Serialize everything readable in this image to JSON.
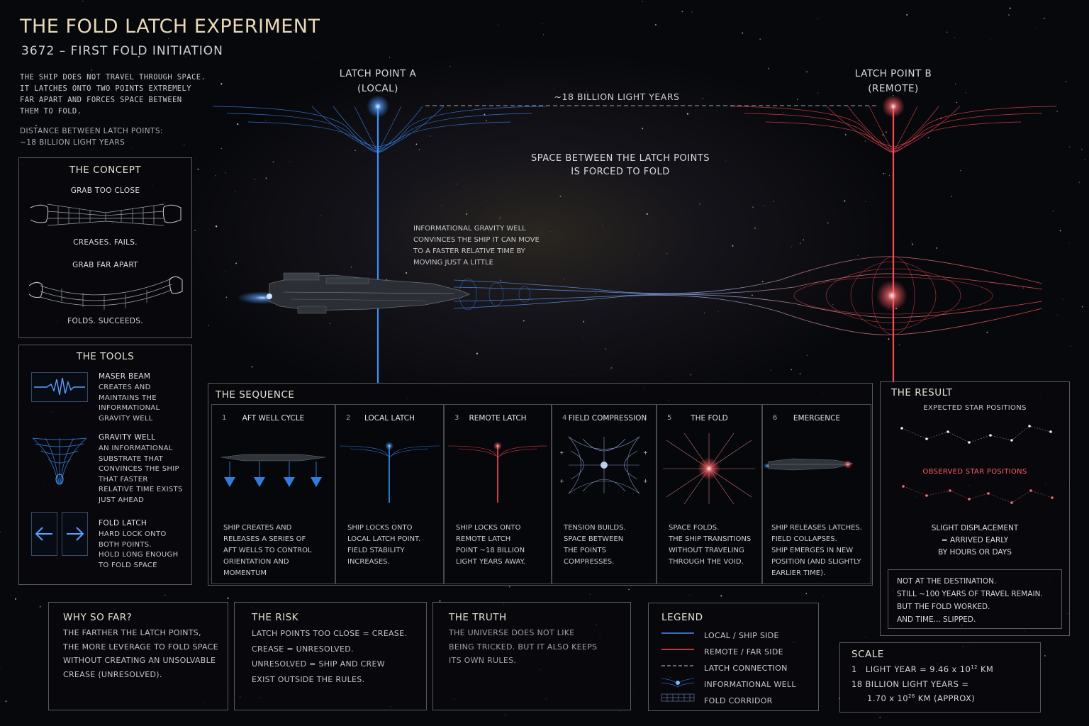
{
  "header": {
    "title": "THE FOLD LATCH EXPERIMENT",
    "subtitle": "3672 – FIRST FOLD INITIATION",
    "intro_lines": [
      "THE SHIP DOES NOT TRAVEL THROUGH SPACE.",
      "IT LATCHES ONTO TWO POINTS EXTREMELY",
      "FAR APART AND FORCES SPACE BETWEEN",
      "THEM TO FOLD."
    ],
    "distance_label": "DISTANCE BETWEEN LATCH POINTS:",
    "distance_value": "~18 BILLION LIGHT YEARS"
  },
  "diagram": {
    "latch_a_title": "LATCH POINT A",
    "latch_a_sub": "(LOCAL)",
    "latch_b_title": "LATCH POINT B",
    "latch_b_sub": "(REMOTE)",
    "distance": "~18 BILLION LIGHT YEARS",
    "fold_note_1": "SPACE BETWEEN THE LATCH POINTS",
    "fold_note_2": "IS FORCED TO FOLD",
    "well_note": [
      "INFORMATIONAL GRAVITY WELL",
      "CONVINCES THE SHIP IT CAN MOVE",
      "TO A FASTER RELATIVE TIME BY",
      "MOVING JUST A LITTLE"
    ],
    "local_color": "#3d8fff",
    "remote_color": "#ff4a52"
  },
  "concept": {
    "title": "THE CONCEPT",
    "close_label": "GRAB TOO CLOSE",
    "close_result": "CREASES. FAILS.",
    "far_label": "GRAB FAR APART",
    "far_result": "FOLDS. SUCCEEDS."
  },
  "tools": {
    "title": "THE TOOLS",
    "items": [
      {
        "name": "MASER BEAM",
        "icon": "waveform-icon",
        "desc": [
          "CREATES AND",
          "MAINTAINS THE",
          "INFORMATIONAL",
          "GRAVITY WELL"
        ]
      },
      {
        "name": "GRAVITY WELL",
        "icon": "gravity-well-icon",
        "desc": [
          "AN INFORMATIONAL",
          "SUBSTRATE THAT",
          "CONVINCES THE SHIP",
          "THAT FASTER",
          "RELATIVE TIME EXISTS",
          "JUST AHEAD"
        ]
      },
      {
        "name": "FOLD LATCH",
        "icon": "double-arrow-icon",
        "desc": [
          "HARD LOCK ONTO",
          "BOTH POINTS.",
          "HOLD LONG ENOUGH",
          "TO FOLD SPACE"
        ]
      }
    ]
  },
  "sequence": {
    "title": "THE SEQUENCE",
    "steps": [
      {
        "num": "1",
        "title": "AFT WELL CYCLE",
        "desc": [
          "SHIP CREATES AND",
          "RELEASES A SERIES OF",
          "AFT WELLS TO CONTROL",
          "ORIENTATION AND",
          "MOMENTUM"
        ]
      },
      {
        "num": "2",
        "title": "LOCAL LATCH",
        "desc": [
          "SHIP LOCKS ONTO",
          "LOCAL LATCH POINT.",
          "FIELD STABILITY",
          "INCREASES."
        ]
      },
      {
        "num": "3",
        "title": "REMOTE LATCH",
        "desc": [
          "SHIP LOCKS ONTO",
          "REMOTE LATCH",
          "POINT ~18 BILLION",
          "LIGHT YEARS AWAY."
        ]
      },
      {
        "num": "4",
        "title": "FIELD COMPRESSION",
        "desc": [
          "TENSION BUILDS.",
          "SPACE BETWEEN",
          "THE POINTS",
          "COMPRESSES."
        ]
      },
      {
        "num": "5",
        "title": "THE FOLD",
        "desc": [
          "SPACE FOLDS.",
          "THE SHIP TRANSITIONS",
          "WITHOUT TRAVELING",
          "THROUGH THE VOID."
        ]
      },
      {
        "num": "6",
        "title": "EMERGENCE",
        "desc": [
          "SHIP RELEASES LATCHES.",
          "FIELD COLLAPSES.",
          "SHIP EMERGES IN NEW",
          "POSITION (AND SLIGHTLY",
          "EARLIER TIME)."
        ]
      }
    ]
  },
  "result": {
    "title": "THE RESULT",
    "expected": "EXPECTED STAR POSITIONS",
    "observed": "OBSERVED STAR POSITIONS",
    "summary": [
      "SLIGHT DISPLACEMENT",
      "= ARRIVED EARLY",
      "BY HOURS OR DAYS"
    ],
    "note": [
      "NOT AT THE DESTINATION.",
      "STILL ~100 YEARS OF TRAVEL REMAIN.",
      "BUT THE FOLD WORKED.",
      "AND TIME... SLIPPED."
    ]
  },
  "why": {
    "title": "WHY SO FAR?",
    "lines": [
      "THE FARTHER THE LATCH POINTS,",
      "THE MORE LEVERAGE TO FOLD SPACE",
      "WITHOUT CREATING AN UNSOLVABLE",
      "CREASE (UNRESOLVED)."
    ]
  },
  "risk": {
    "title": "THE RISK",
    "lines": [
      "LATCH POINTS TOO CLOSE = CREASE.",
      "CREASE = UNRESOLVED.",
      "UNRESOLVED = SHIP AND CREW",
      "EXIST OUTSIDE THE RULES."
    ]
  },
  "truth": {
    "title": "THE TRUTH",
    "lines": [
      "THE UNIVERSE DOES NOT LIKE",
      "BEING TRICKED. BUT IT ALSO KEEPS",
      "ITS OWN RULES."
    ]
  },
  "legend": {
    "title": "LEGEND",
    "items": [
      {
        "label": "LOCAL / SHIP SIDE",
        "icon": "blue-line-icon"
      },
      {
        "label": "REMOTE / FAR SIDE",
        "icon": "red-line-icon"
      },
      {
        "label": "LATCH CONNECTION",
        "icon": "dashed-line-icon"
      },
      {
        "label": "INFORMATIONAL WELL",
        "icon": "well-icon"
      },
      {
        "label": "FOLD CORRIDOR",
        "icon": "corridor-icon"
      }
    ]
  },
  "scale": {
    "title": "SCALE",
    "line1_num": "1",
    "line1_text": "LIGHT YEAR = 9.46 x 10",
    "line1_exp": "12",
    "line1_unit": " KM",
    "line2": "18  BILLION LIGHT YEARS =",
    "line3_text": "1.70 x 10",
    "line3_exp": "26",
    "line3_unit": " KM  (APPROX)"
  }
}
